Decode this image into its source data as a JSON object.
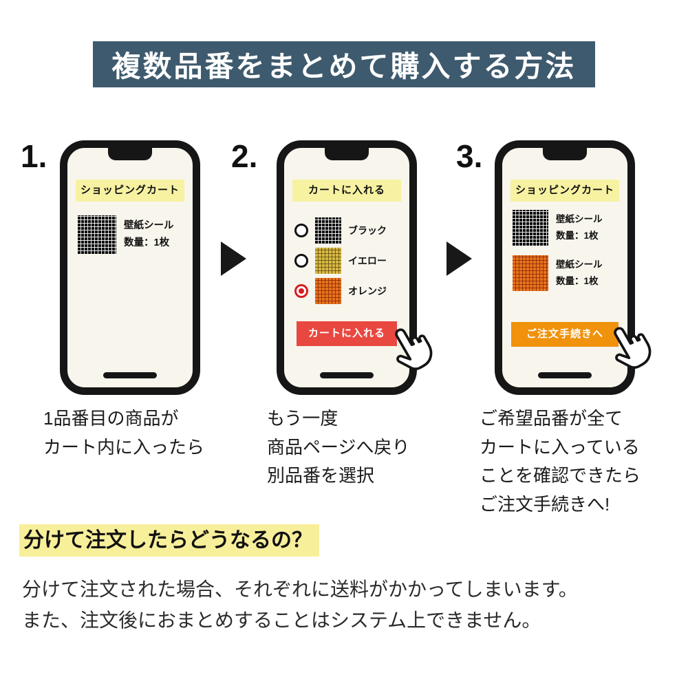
{
  "banner": {
    "title": "複数品番をまとめて購入する方法"
  },
  "steps": [
    {
      "number": "1.",
      "phone": {
        "header": "ショッピングカート",
        "items": [
          {
            "swatch": "black",
            "name": "壁紙シール",
            "qty": "数量：1枚"
          }
        ]
      },
      "caption_lines": [
        "1品番目の商品が",
        "カート内に入ったら"
      ]
    },
    {
      "number": "2.",
      "phone": {
        "header": "カートに入れる",
        "options": [
          {
            "label": "ブラック",
            "swatch": "black",
            "selected": false
          },
          {
            "label": "イエロー",
            "swatch": "yellow",
            "selected": false
          },
          {
            "label": "オレンジ",
            "swatch": "orange",
            "selected": true
          }
        ],
        "button": "カートに入れる"
      },
      "caption_lines": [
        "もう一度",
        "商品ページへ戻り",
        "別品番を選択"
      ]
    },
    {
      "number": "3.",
      "phone": {
        "header": "ショッピングカート",
        "items": [
          {
            "swatch": "black",
            "name": "壁紙シール",
            "qty": "数量：1枚"
          },
          {
            "swatch": "orange",
            "name": "壁紙シール",
            "qty": "数量：1枚"
          }
        ],
        "button": "ご注文手続きへ"
      },
      "caption_lines": [
        "ご希望品番が全て",
        "カートに入っている",
        "ことを確認できたら",
        "ご注文手続きへ!"
      ]
    }
  ],
  "footer": {
    "heading": "分けて注文したらどうなるの？",
    "lines": [
      "分けて注文された場合、それぞれに送料がかかってしまいます。",
      "また、注文後におまとめすることはシステム上できません。"
    ]
  },
  "icons": {
    "arrow": "right-arrow-icon",
    "hand": "hand-cursor-icon"
  },
  "colors": {
    "banner_bg": "#3e5a6e",
    "phone_screen_bg": "#f8f5ed",
    "phone_header_bg": "#f7f2a2",
    "add_to_cart_button_bg": "#e84840",
    "checkout_button_bg": "#f0920b",
    "selected_radio": "#d81e1e",
    "highlight_bg": "#f8ef9b",
    "swatch_black": "#0a0a0a",
    "swatch_yellow": "#d9b945",
    "swatch_orange": "#e9731d"
  }
}
